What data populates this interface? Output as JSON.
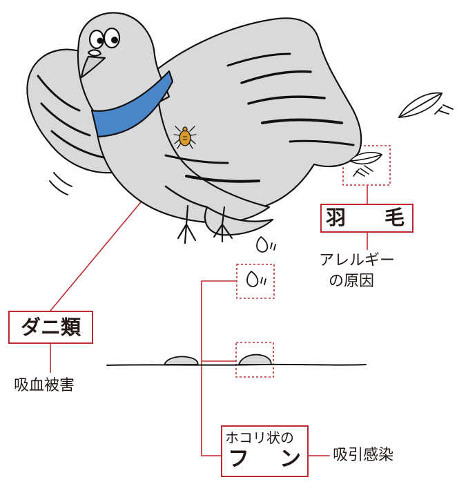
{
  "labels": {
    "mites": {
      "title": "ダニ類",
      "effect": "吸血被害"
    },
    "feather": {
      "title_left": "羽",
      "title_right": "毛",
      "effect_line1": "アレルギー",
      "effect_line2": "の原因"
    },
    "droppings": {
      "title_line1": "ホコリ状の",
      "title_left": "フ",
      "title_right": "ン",
      "effect": "吸引感染"
    }
  },
  "colors": {
    "accent_line": "#c0282e",
    "pigeon_body": "#d9d9db",
    "collar": "#4a86c8",
    "text": "#231815",
    "mite": "#d99a2b"
  }
}
